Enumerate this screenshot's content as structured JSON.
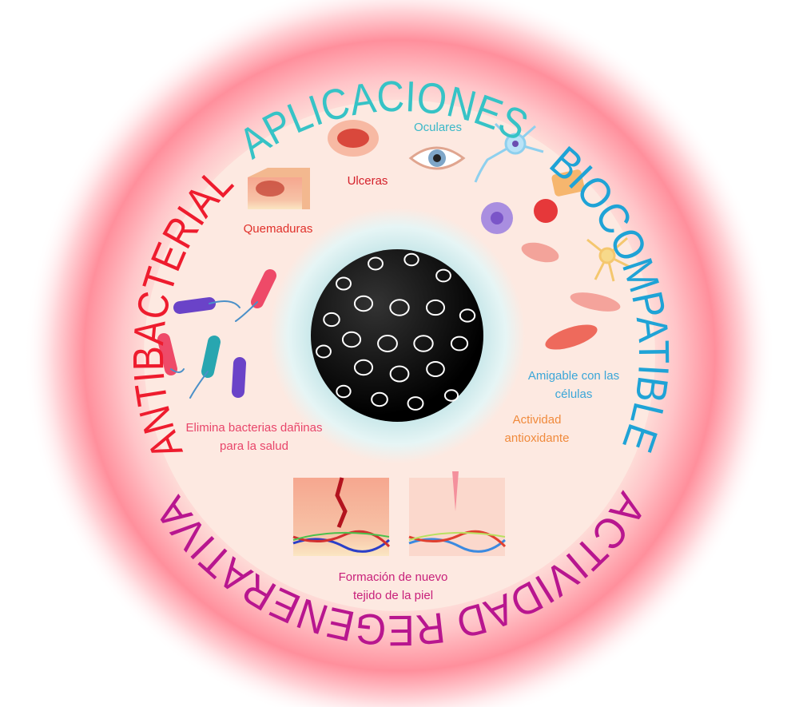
{
  "ring_titles": {
    "antibacterial": "ANTIBACTERIAL",
    "aplicaciones": "APLICACIONES",
    "biocompatible": "BIOCOMPATIBLE",
    "regenerativa": "ACTIVIDAD REGENERATIVA"
  },
  "labels": {
    "quemaduras": "Quemaduras",
    "ulceras": "Ulceras",
    "oculares": "Oculares",
    "amigable_1": "Amigable con las",
    "amigable_2": "células",
    "antiox_1": "Actividad",
    "antiox_2": "antioxidante",
    "bacterias_1": "Elimina bacterias dañinas",
    "bacterias_2": "para la salud",
    "piel_1": "Formación de nuevo",
    "piel_2": "tejido de la piel"
  },
  "colors": {
    "antibacterial": "#ee1c2e",
    "aplicaciones": "#36c3c6",
    "biocompatible": "#1fa3d6",
    "regenerativa": "#b8168f",
    "ring_glow": "#ff8a9a",
    "inner_disc": "#fde9e1"
  }
}
